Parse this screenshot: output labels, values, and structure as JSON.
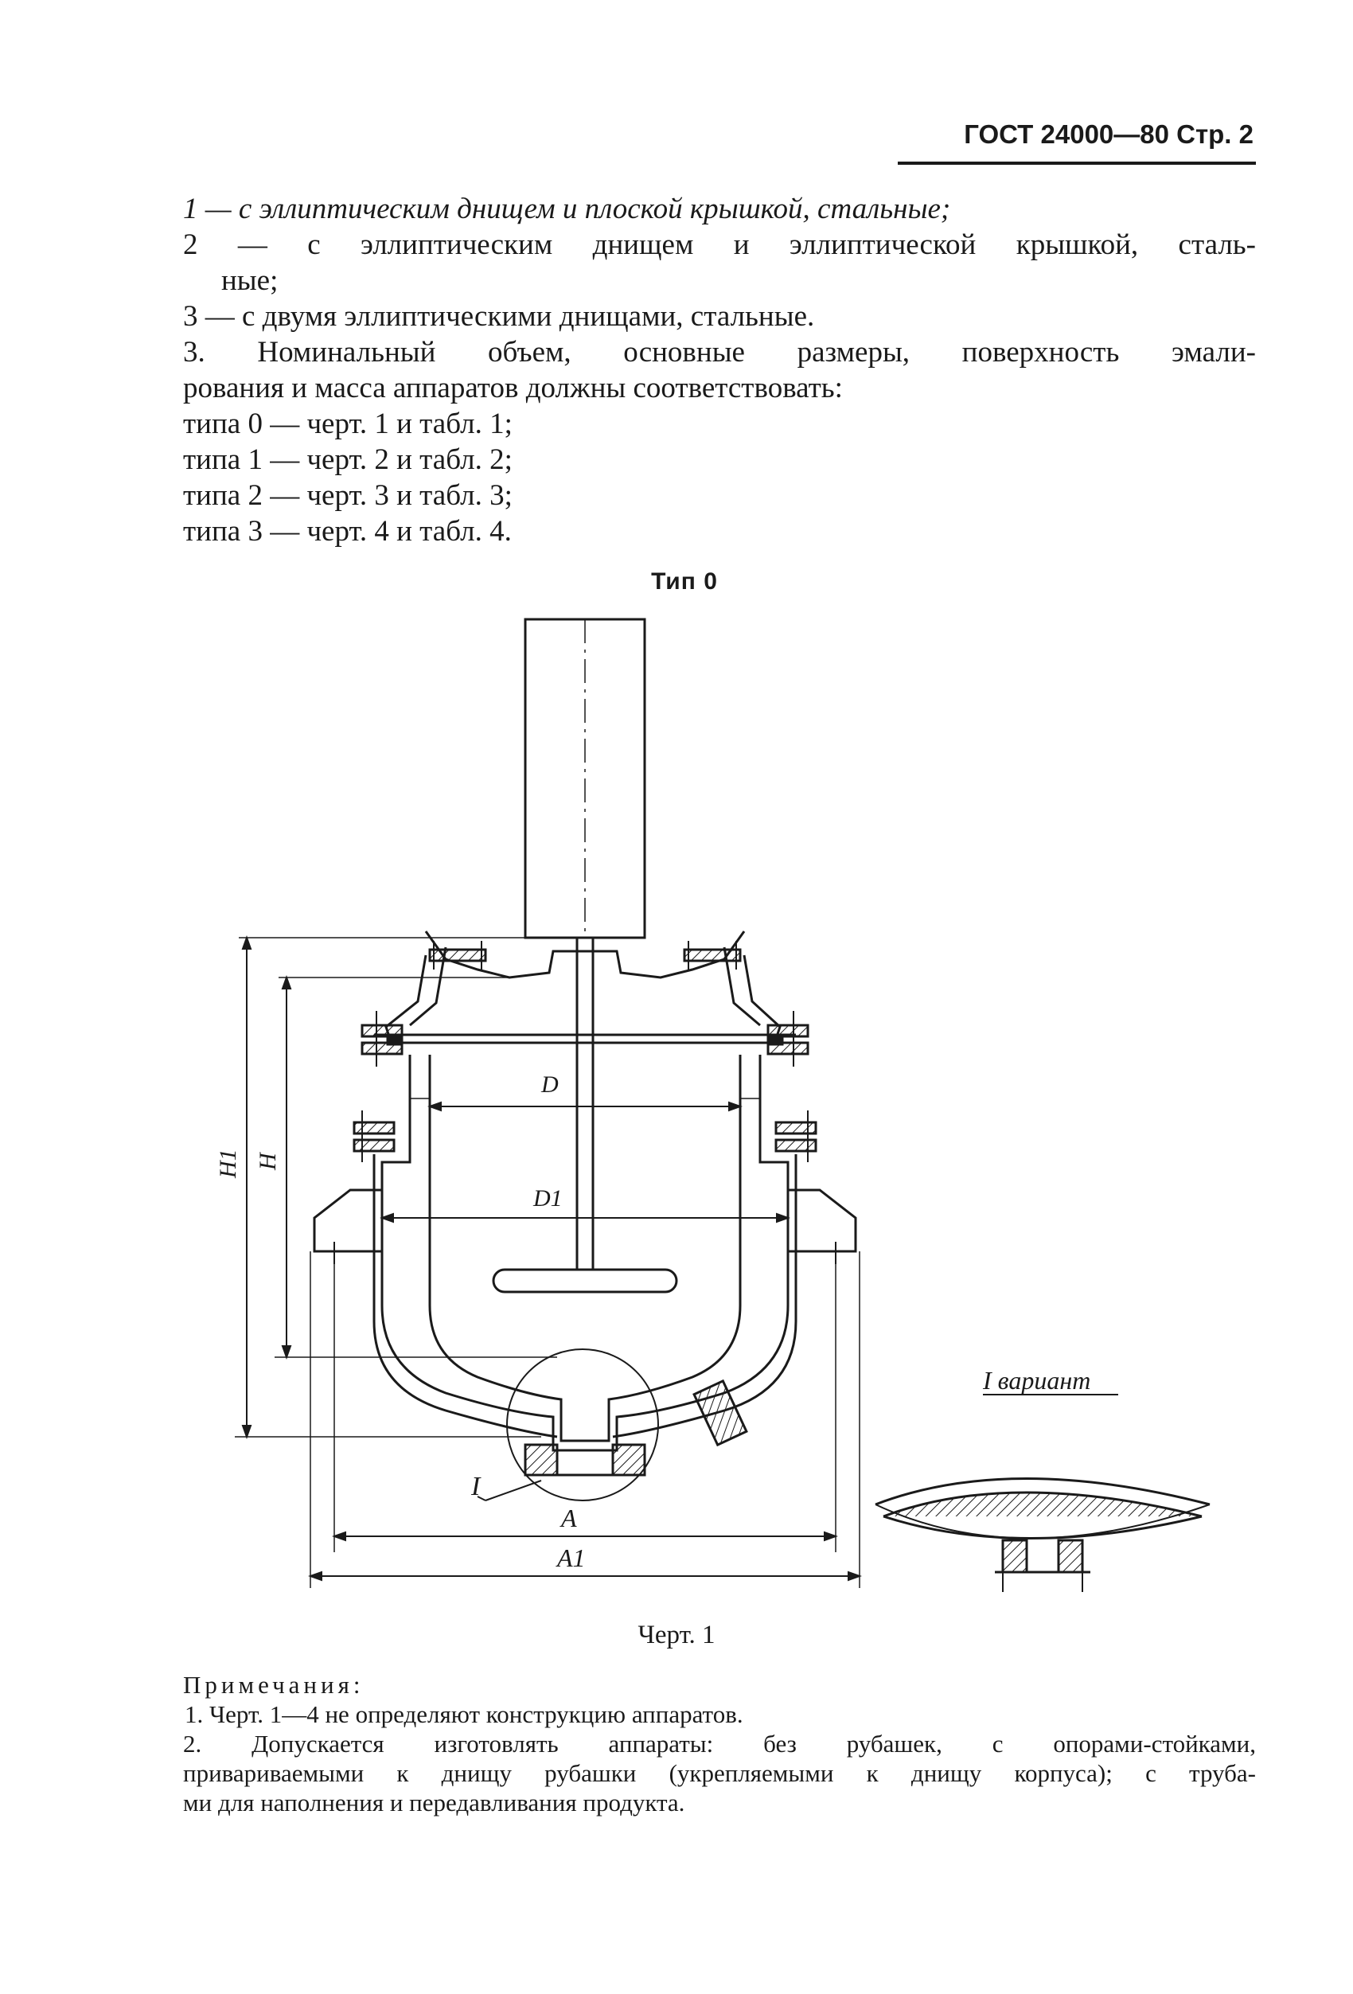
{
  "header": {
    "doc_ref": "ГОСТ 24000—80 Стр. 2"
  },
  "body": {
    "line1": "1 — с эллиптическим днищем и плоской крышкой, стальные;",
    "line2a": "2 — с эллиптическим днищем и эллиптической крышкой, сталь-",
    "line2b": "ные;",
    "line3": "3 — с двумя эллиптическими днищами, стальные.",
    "para3a": "3. Номинальный объем, основные размеры, поверхность эмали-",
    "para3b": "рования и масса аппаратов должны соответствовать:",
    "type0": "типа 0 — черт. 1 и табл. 1;",
    "type1": "типа 1 — черт. 2 и табл. 2;",
    "type2": "типа 2 — черт. 3 и табл. 3;",
    "type3": "типа 3 — черт. 4 и табл. 4."
  },
  "figure": {
    "type_label": "Тип 0",
    "labels": {
      "D": "D",
      "D1": "D1",
      "H": "H",
      "H1": "H1",
      "A": "A",
      "A1": "A1",
      "detail_mark": "I",
      "variant": "I вариант"
    },
    "caption": "Черт. 1"
  },
  "notes": {
    "heading": "Примечания:",
    "n1": "1. Черт. 1—4 не определяют конструкцию аппаратов.",
    "n2a": "2. Допускается изготовлять аппараты: без рубашек, с опорами-стойками,",
    "n2b": "привариваемыми к днищу рубашки (укрепляемыми к днищу корпуса); с труба-",
    "n2c": "ми для наполнения и передавливания продукта."
  }
}
